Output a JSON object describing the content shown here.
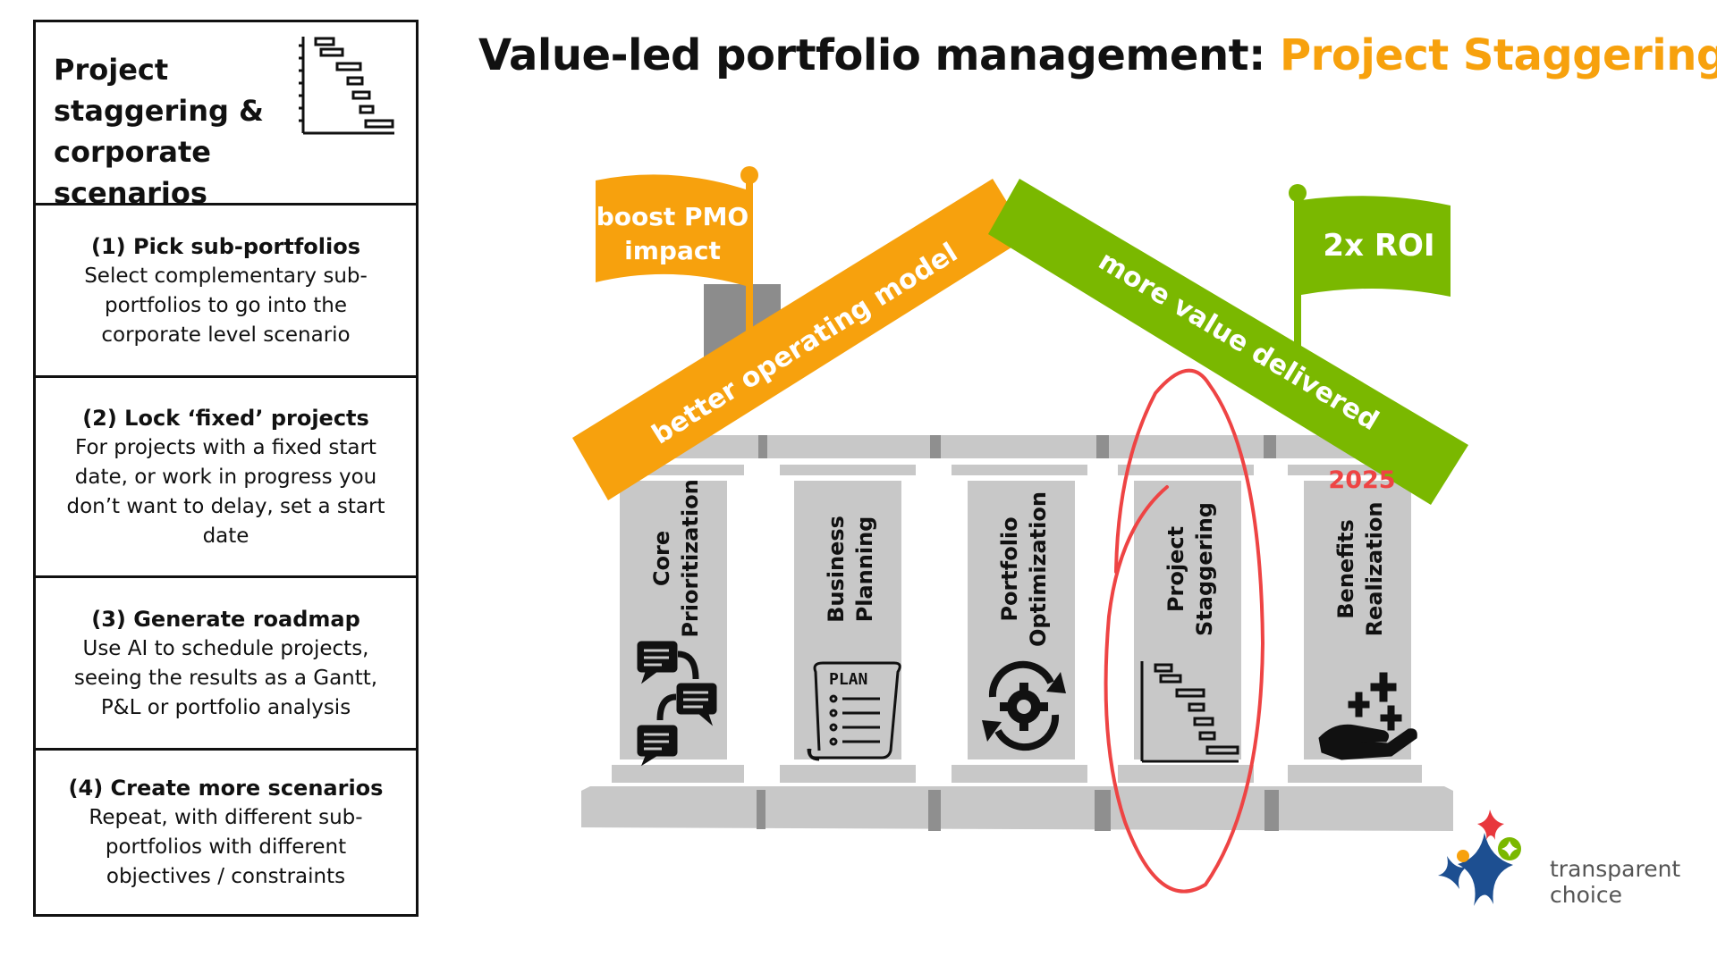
{
  "panel": {
    "title": "Project staggering & corporate scenarios",
    "icon": "gantt-icon",
    "steps": [
      {
        "title": "(1) Pick sub-portfolios",
        "text": "Select complementary sub-portfolios to go into the corporate level scenario"
      },
      {
        "title": "(2) Lock ‘fixed’ projects",
        "text": "For projects with a fixed start date, or work in progress you don’t want to delay, set a start date"
      },
      {
        "title": "(3) Generate roadmap",
        "text": "Use AI to schedule projects, seeing the results as a Gantt, P&L or portfolio analysis"
      },
      {
        "title": "(4) Create more scenarios",
        "text": "Repeat, with different sub-portfolios with different objectives / constraints"
      }
    ]
  },
  "title": {
    "prefix": "Value-led portfolio management: ",
    "highlight": "Project Staggering"
  },
  "house": {
    "roof_left": "better operating model",
    "roof_right": "more value delivered",
    "flag_left": [
      "boost PMO",
      "impact"
    ],
    "flag_right": "2x ROI",
    "year_label": "2025",
    "pillars": [
      {
        "line1": "Core",
        "line2": "Prioritization",
        "icon": "chat-bubbles-icon"
      },
      {
        "line1": "Business",
        "line2": "Planning",
        "icon": "plan-scroll-icon",
        "icon_text": "PLAN"
      },
      {
        "line1": "Portfolio",
        "line2": "Optimization",
        "icon": "cycle-gear-icon"
      },
      {
        "line1": "Project",
        "line2": "Staggering",
        "icon": "gantt-icon"
      },
      {
        "line1": "Benefits",
        "line2": "Realization",
        "icon": "hand-plus-icon"
      }
    ]
  },
  "logo": {
    "line1": "transparent",
    "line2": "choice",
    "icon": "star-logo-icon"
  },
  "colors": {
    "orange": "#f7a10d",
    "green": "#7ab800",
    "pillar": "#c8c8c8",
    "circle": "#ee4444",
    "logo_blue": "#1d4f91",
    "logo_red": "#e8373d",
    "logo_green": "#7ab800"
  }
}
